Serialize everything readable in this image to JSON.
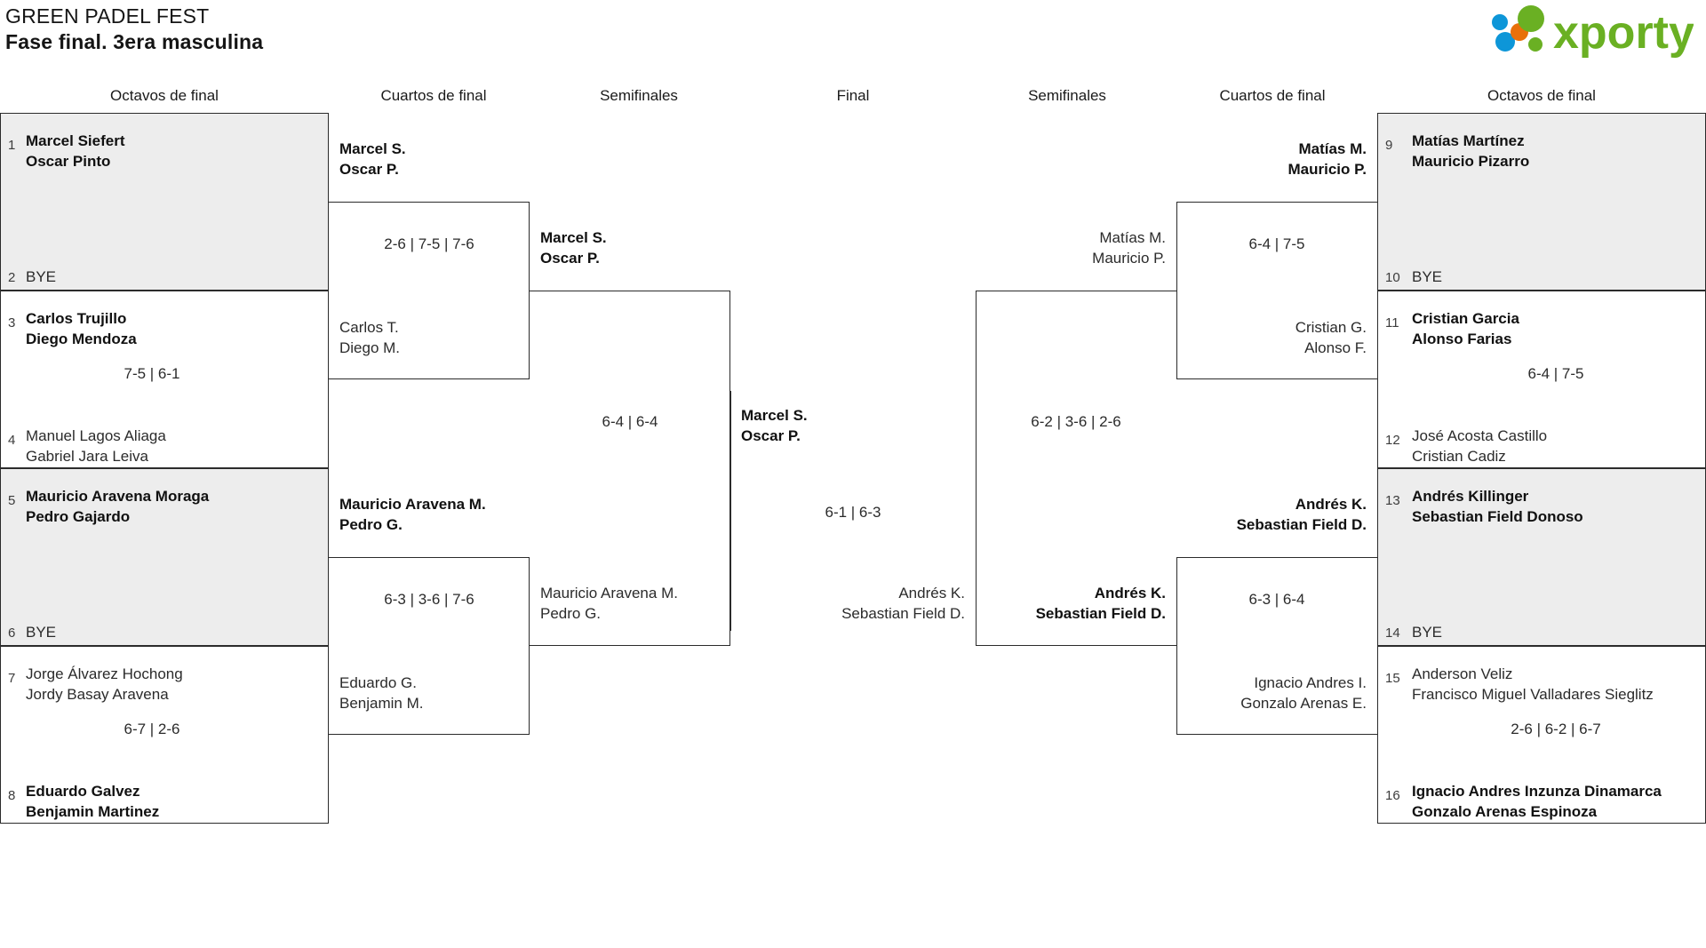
{
  "header": {
    "tournament_name": "GREEN PADEL FEST",
    "phase": "Fase final. 3era masculina",
    "logo_text": "xporty",
    "logo_colors": {
      "green": "#6ab023",
      "orange": "#e8700a",
      "blue": "#0d96d8"
    }
  },
  "round_headers": {
    "left_r16": "Octavos de final",
    "left_qf": "Cuartos de final",
    "left_sf": "Semifinales",
    "final": "Final",
    "right_sf": "Semifinales",
    "right_qf": "Cuartos de final",
    "right_r16": "Octavos de final"
  },
  "bracket": {
    "left_r16": [
      {
        "seed": "1",
        "p1": "Marcel Siefert",
        "p2": "Oscar Pinto",
        "winner": true,
        "shaded": true
      },
      {
        "seed": "2",
        "p1": "BYE",
        "p2": "",
        "winner": false,
        "shaded": true,
        "bye": true
      },
      {
        "seed": "3",
        "p1": "Carlos Trujillo",
        "p2": "Diego Mendoza",
        "winner": true,
        "shaded": false
      },
      {
        "seed": "4",
        "p1": "Manuel Lagos Aliaga",
        "p2": "Gabriel Jara Leiva",
        "winner": false,
        "shaded": false
      },
      {
        "seed": "5",
        "p1": "Mauricio Aravena Moraga",
        "p2": "Pedro Gajardo",
        "winner": true,
        "shaded": true
      },
      {
        "seed": "6",
        "p1": "BYE",
        "p2": "",
        "winner": false,
        "shaded": true,
        "bye": true
      },
      {
        "seed": "7",
        "p1": "Jorge Álvarez Hochong",
        "p2": "Jordy Basay Aravena",
        "winner": false,
        "shaded": false
      },
      {
        "seed": "8",
        "p1": "Eduardo Galvez",
        "p2": "Benjamin Martinez",
        "winner": true,
        "shaded": false
      }
    ],
    "right_r16": [
      {
        "seed": "9",
        "p1": "Matías Martínez",
        "p2": "Mauricio Pizarro",
        "winner": true,
        "shaded": true
      },
      {
        "seed": "10",
        "p1": "BYE",
        "p2": "",
        "winner": false,
        "shaded": true,
        "bye": true
      },
      {
        "seed": "11",
        "p1": "Cristian Garcia",
        "p2": "Alonso Farias",
        "winner": true,
        "shaded": false
      },
      {
        "seed": "12",
        "p1": "José Acosta Castillo",
        "p2": "Cristian Cadiz",
        "winner": false,
        "shaded": false
      },
      {
        "seed": "13",
        "p1": "Andrés Killinger",
        "p2": "Sebastian Field Donoso",
        "winner": true,
        "shaded": true
      },
      {
        "seed": "14",
        "p1": "BYE",
        "p2": "",
        "winner": false,
        "shaded": true,
        "bye": true
      },
      {
        "seed": "15",
        "p1": "Anderson Veliz",
        "p2": "Francisco Miguel Valladares Sieglitz",
        "winner": false,
        "shaded": false
      },
      {
        "seed": "16",
        "p1": "Ignacio Andres Inzunza Dinamarca",
        "p2": "Gonzalo Arenas Espinoza",
        "winner": true,
        "shaded": false
      }
    ],
    "r16_scores": {
      "left_m2": "7-5 | 6-1",
      "left_m4": "6-7 | 2-6",
      "right_m2": "6-4 | 7-5",
      "right_m4": "2-6 | 6-2 | 6-7"
    },
    "left_qf": [
      {
        "p1": "Marcel S.",
        "p2": "Oscar P.",
        "winner": true
      },
      {
        "p1": "Carlos T.",
        "p2": "Diego M.",
        "winner": false
      },
      {
        "p1": "Mauricio Aravena M.",
        "p2": "Pedro G.",
        "winner": true
      },
      {
        "p1": "Eduardo G.",
        "p2": "Benjamin M.",
        "winner": false
      }
    ],
    "right_qf": [
      {
        "p1": "Matías M.",
        "p2": "Mauricio P.",
        "winner": true
      },
      {
        "p1": "Cristian G.",
        "p2": "Alonso F.",
        "winner": false
      },
      {
        "p1": "Andrés K.",
        "p2": "Sebastian Field D.",
        "winner": true
      },
      {
        "p1": "Ignacio Andres I.",
        "p2": "Gonzalo Arenas E.",
        "winner": false
      }
    ],
    "qf_scores": {
      "left_top": "2-6 | 7-5 | 7-6",
      "left_bottom": "6-3 | 3-6 | 7-6",
      "right_top": "6-4 | 7-5",
      "right_bottom": "6-3 | 6-4"
    },
    "left_sf": [
      {
        "p1": "Marcel S.",
        "p2": "Oscar P.",
        "winner": true
      },
      {
        "p1": "Mauricio Aravena M.",
        "p2": "Pedro G.",
        "winner": false
      }
    ],
    "right_sf": [
      {
        "p1": "Matías M.",
        "p2": "Mauricio P.",
        "winner": false
      },
      {
        "p1": "Andrés K.",
        "p2": "Sebastian Field D.",
        "winner": true
      }
    ],
    "sf_scores": {
      "left": "6-4 | 6-4",
      "right": "6-2 | 3-6 | 2-6"
    },
    "final": {
      "top": {
        "p1": "Marcel S.",
        "p2": "Oscar P.",
        "winner": true
      },
      "bottom": {
        "p1": "Andrés K.",
        "p2": "Sebastian Field D.",
        "winner": false
      },
      "score": "6-1 | 6-3"
    }
  }
}
